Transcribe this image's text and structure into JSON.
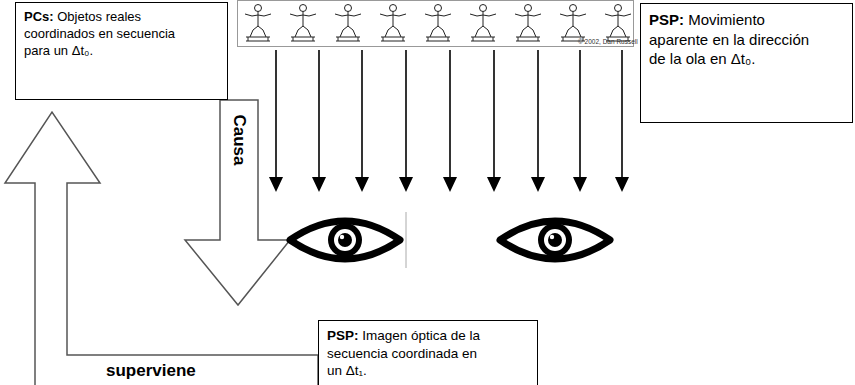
{
  "diagram": {
    "nodes": [
      {
        "text": [
          "PCs:",
          "Objetos reales coordinados en secuencia para un Δt₀."
        ]
      },
      {
        "text": [
          "PSP:",
          "Movimiento aparente en la dirección de la ola en Δt₀."
        ]
      },
      {
        "text": [
          "PSP:",
          "Imagen óptica de la secuencia coordinada en un Δt₁."
        ]
      }
    ],
    "labels": [
      "© 2002, Dan Russell",
      "Causa",
      "superviene"
    ]
  }
}
